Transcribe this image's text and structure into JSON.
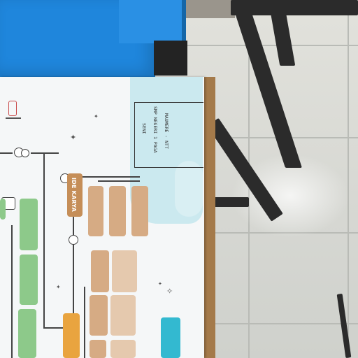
{
  "poster": {
    "main_label": "IDE KARYA",
    "handwriting": [
      "SENI",
      "SMP NEGERI 1 PAGA",
      "MAUMERE - NTT"
    ]
  },
  "colors": {
    "chair_blue": "#1f86dc",
    "frame_dark": "#2b2b2b",
    "board_wood": "#a47a4a",
    "poster_white": "#f5f7f8",
    "accent_tan": "#d6ab84",
    "accent_orange": "#e9a43f",
    "accent_green": "#8dc98a",
    "accent_teal": "#33b9d0"
  }
}
